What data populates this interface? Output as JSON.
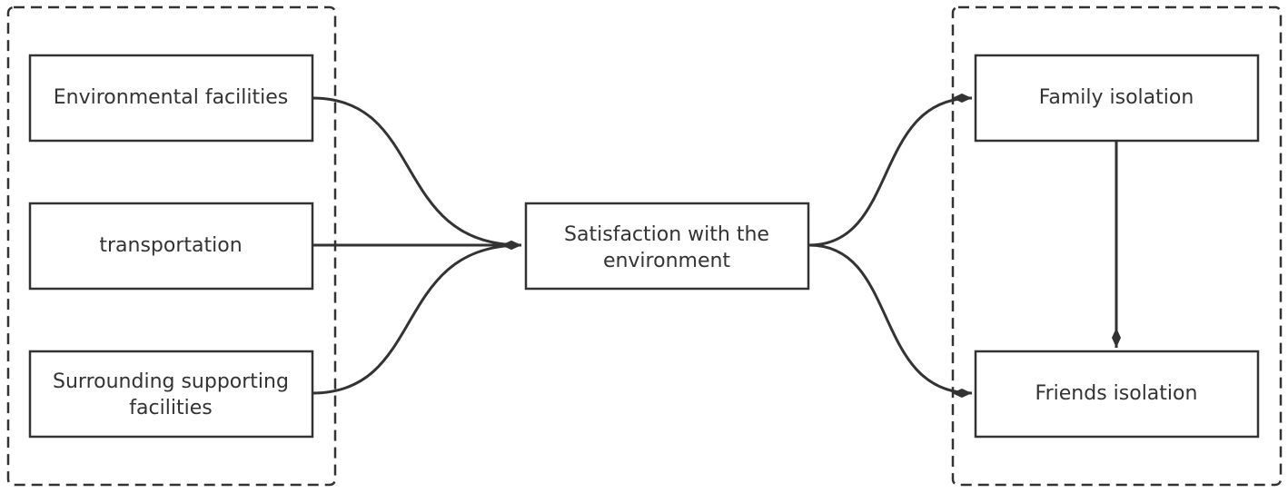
{
  "diagram": {
    "left_group": {
      "nodes": [
        {
          "id": "environmental-facilities",
          "lines": [
            "Environmental facilities"
          ]
        },
        {
          "id": "transportation",
          "lines": [
            "transportation"
          ]
        },
        {
          "id": "surrounding-supporting-facilities",
          "lines": [
            "Surrounding supporting",
            "facilities"
          ]
        }
      ]
    },
    "center": {
      "id": "satisfaction-with-environment",
      "lines": [
        "Satisfaction with the",
        "environment"
      ]
    },
    "right_group": {
      "nodes": [
        {
          "id": "family-isolation",
          "lines": [
            "Family isolation"
          ]
        },
        {
          "id": "friends-isolation",
          "lines": [
            "Friends isolation"
          ]
        }
      ]
    },
    "edges": [
      {
        "from": "environmental-facilities",
        "to": "satisfaction-with-environment"
      },
      {
        "from": "transportation",
        "to": "satisfaction-with-environment"
      },
      {
        "from": "surrounding-supporting-facilities",
        "to": "satisfaction-with-environment"
      },
      {
        "from": "satisfaction-with-environment",
        "to": "family-isolation"
      },
      {
        "from": "satisfaction-with-environment",
        "to": "friends-isolation"
      },
      {
        "from": "family-isolation",
        "to": "friends-isolation"
      }
    ],
    "colors": {
      "stroke": "#333333",
      "group_border": "#333333",
      "text": "#333333",
      "background": "#ffffff"
    }
  }
}
